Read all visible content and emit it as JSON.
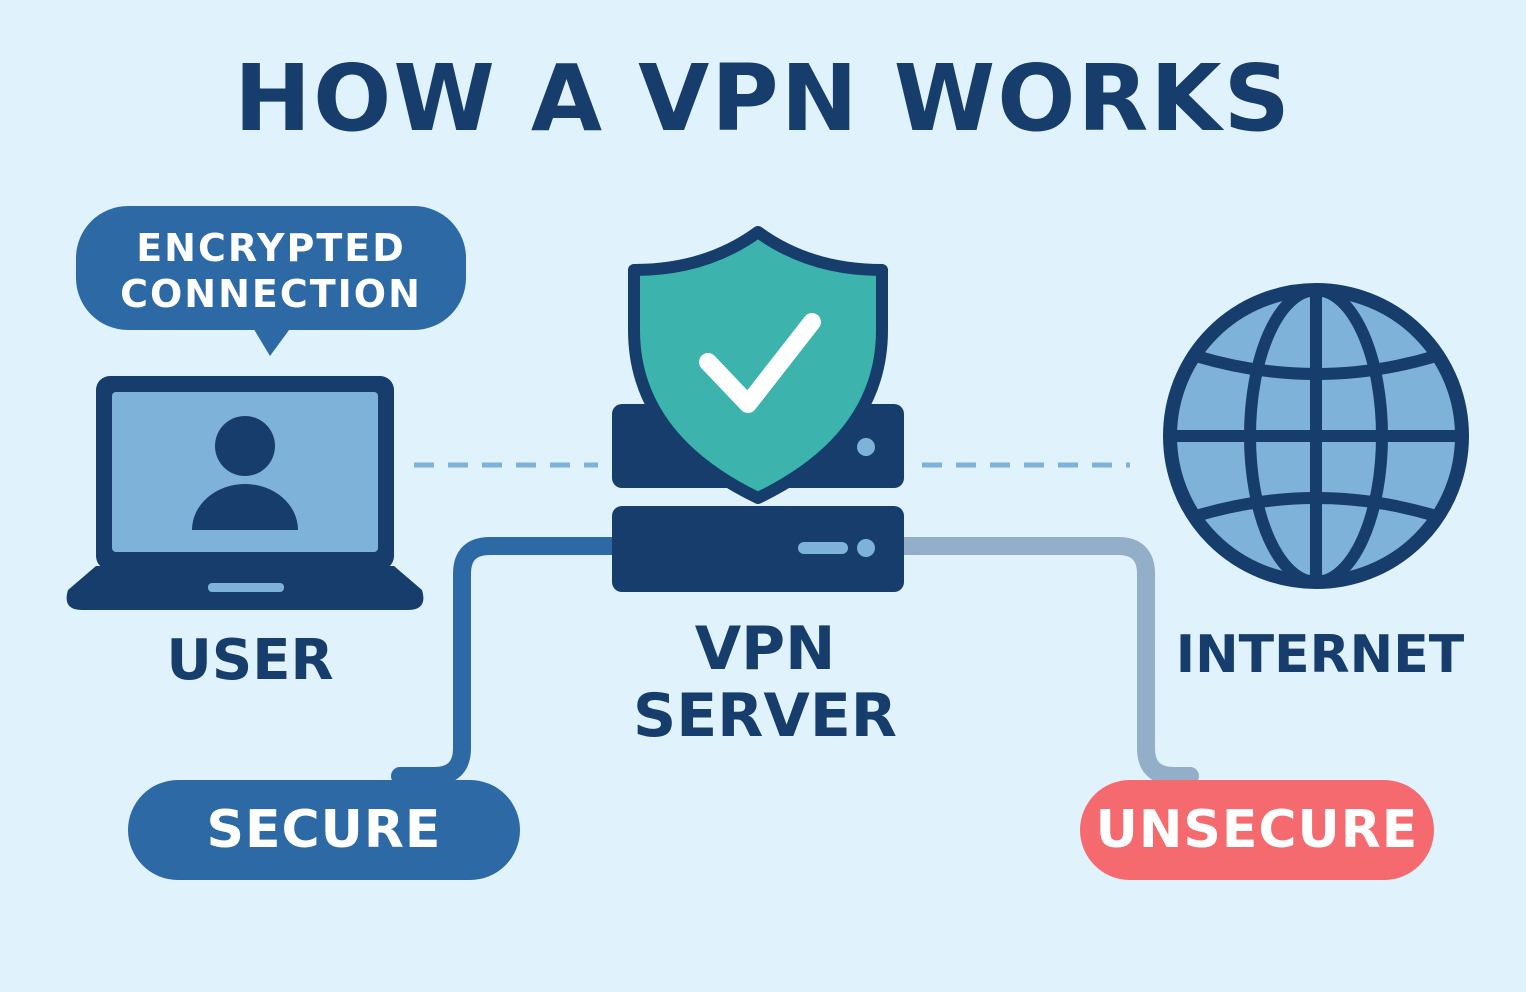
{
  "title": "HOW A VPN WORKS",
  "nodes": {
    "user": {
      "label": "USER",
      "icon": "laptop-user-icon"
    },
    "vpn_server": {
      "label_line1": "VPN",
      "label_line2": "SERVER",
      "icon": "shield-server-icon"
    },
    "internet": {
      "label": "INTERNET",
      "icon": "globe-icon"
    }
  },
  "callout": {
    "line1": "ENCRYPTED",
    "line2": "CONNECTION"
  },
  "badges": {
    "secure": "SECURE",
    "unsecure": "UNSECURE"
  },
  "colors": {
    "background": "#e0f2fc",
    "navy": "#163d6b",
    "blue": "#2d6aa5",
    "light_blue": "#7eb2d8",
    "teal": "#3db3ae",
    "gray_blue": "#93aec8",
    "red": "#f46a6e"
  }
}
